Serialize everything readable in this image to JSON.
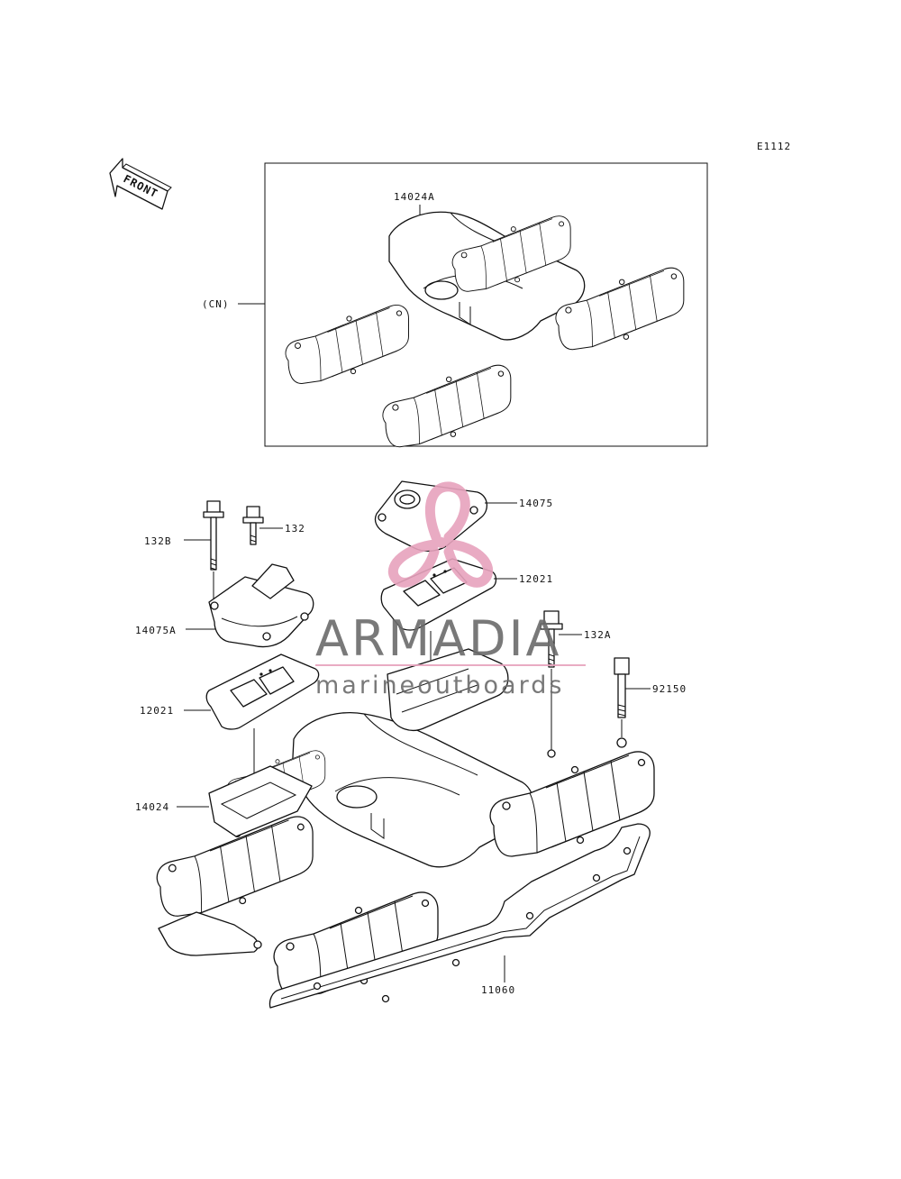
{
  "diagram_code": "E1112",
  "front_label": "FRONT",
  "inset": {
    "part_label": "14024A",
    "region_label": "(CN)"
  },
  "callouts": {
    "bolt_132B": "132B",
    "bolt_132": "132",
    "cap_14075": "14075",
    "gasket_12021_right": "12021",
    "bolt_132A": "132A",
    "bolt_92150": "92150",
    "cap_14075A": "14075A",
    "gasket_12021_left": "12021",
    "cover_14024": "14024",
    "gasket_11060": "11060"
  },
  "watermark": {
    "brand": "ARMADIA",
    "tagline": "marineoutboards",
    "brand_color": "#6b6b6b",
    "logo_color": "#e7a3bd"
  }
}
